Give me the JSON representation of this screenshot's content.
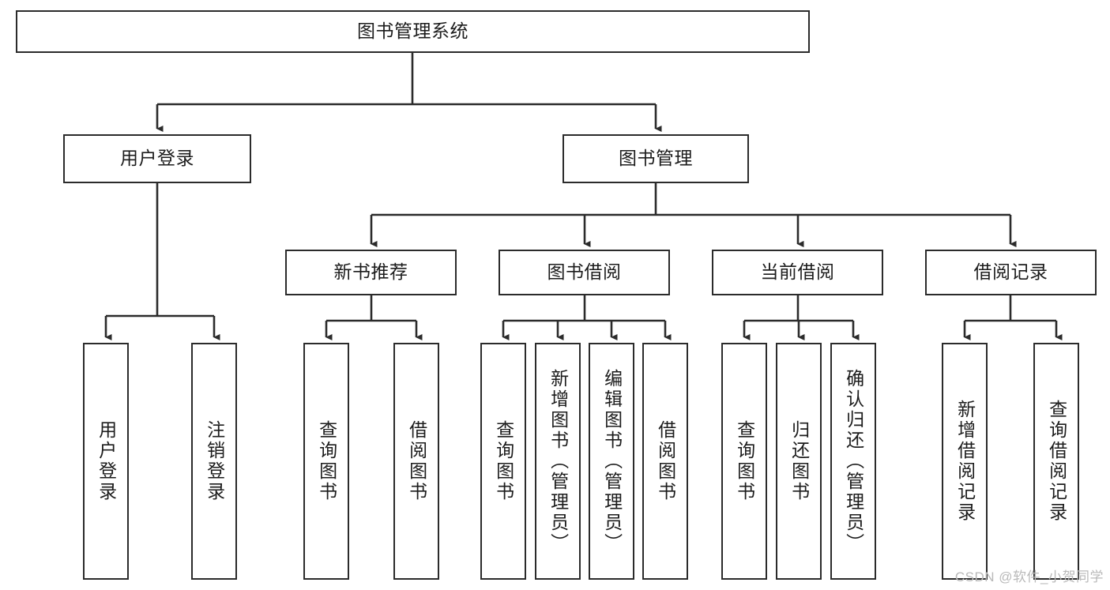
{
  "diagram": {
    "title": "图书管理系统",
    "type": "tree",
    "orientation": "top-down",
    "colors": {
      "box_stroke": "#2b2b2b",
      "box_fill": "#ffffff",
      "edge_stroke": "#2b2b2b",
      "text": "#1c1c1c",
      "watermark": "#b9b9b9",
      "background": "#ffffff"
    },
    "watermark": "CSDN @软件_小贺同学",
    "nodes": {
      "root": {
        "label": "图书管理系统",
        "level": 1,
        "text_direction": "horizontal"
      },
      "level2": [
        {
          "id": "user-login",
          "label": "用户登录",
          "text_direction": "horizontal"
        },
        {
          "id": "book-manage",
          "label": "图书管理",
          "text_direction": "horizontal"
        }
      ],
      "level3": [
        {
          "id": "new-book-recommend",
          "label": "新书推荐",
          "parent": "book-manage",
          "text_direction": "horizontal"
        },
        {
          "id": "book-borrow",
          "label": "图书借阅",
          "parent": "book-manage",
          "text_direction": "horizontal"
        },
        {
          "id": "current-borrow",
          "label": "当前借阅",
          "parent": "book-manage",
          "text_direction": "horizontal"
        },
        {
          "id": "borrow-record",
          "label": "借阅记录",
          "parent": "book-manage",
          "text_direction": "horizontal"
        }
      ],
      "leaves": [
        {
          "id": "leaf-user-login",
          "label": "用户登录",
          "parent": "user-login",
          "text_direction": "vertical"
        },
        {
          "id": "leaf-user-logout",
          "label": "注销登录",
          "parent": "user-login",
          "text_direction": "vertical"
        },
        {
          "id": "leaf-query-book-1",
          "label": "查询图书",
          "parent": "new-book-recommend",
          "text_direction": "vertical"
        },
        {
          "id": "leaf-borrow-book-1",
          "label": "借阅图书",
          "parent": "new-book-recommend",
          "text_direction": "vertical"
        },
        {
          "id": "leaf-query-book-2",
          "label": "查询图书",
          "parent": "book-borrow",
          "text_direction": "vertical"
        },
        {
          "id": "leaf-add-book",
          "label": "新增图书（管理员）",
          "parent": "book-borrow",
          "text_direction": "vertical"
        },
        {
          "id": "leaf-edit-book",
          "label": "编辑图书（管理员）",
          "parent": "book-borrow",
          "text_direction": "vertical"
        },
        {
          "id": "leaf-borrow-book-2",
          "label": "借阅图书",
          "parent": "book-borrow",
          "text_direction": "vertical"
        },
        {
          "id": "leaf-query-book-3",
          "label": "查询图书",
          "parent": "current-borrow",
          "text_direction": "vertical"
        },
        {
          "id": "leaf-return-book",
          "label": "归还图书",
          "parent": "current-borrow",
          "text_direction": "vertical"
        },
        {
          "id": "leaf-confirm-return",
          "label": "确认归还（管理员）",
          "parent": "current-borrow",
          "text_direction": "vertical"
        },
        {
          "id": "leaf-add-record",
          "label": "新增借阅记录",
          "parent": "borrow-record",
          "text_direction": "vertical"
        },
        {
          "id": "leaf-query-record",
          "label": "查询借阅记录",
          "parent": "borrow-record",
          "text_direction": "vertical"
        }
      ]
    }
  }
}
